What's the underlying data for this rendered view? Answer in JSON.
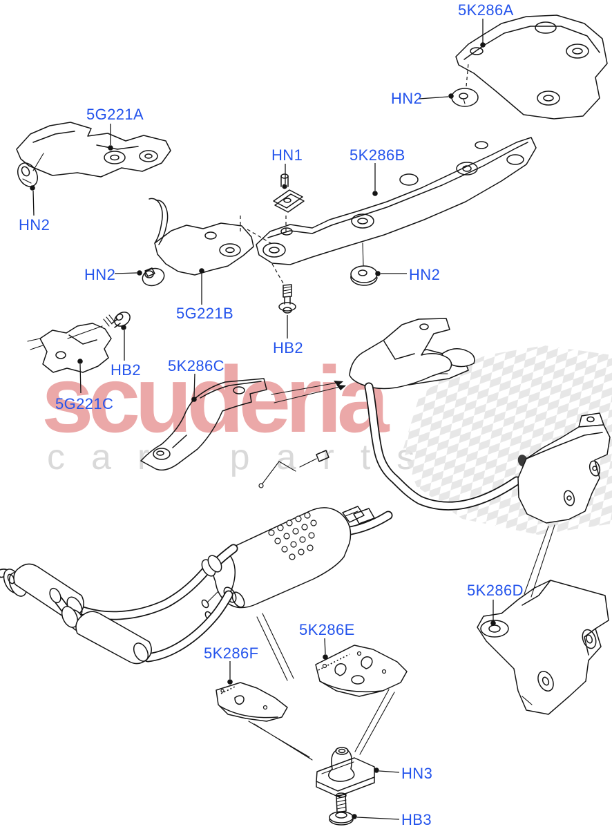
{
  "watermark": {
    "brand": "scuderia",
    "subtitle": "car parts"
  },
  "colors": {
    "label_blue": "#2353ec",
    "watermark_pink": "#eba8a8",
    "watermark_gray": "#d9d9d9",
    "line_black": "#141414"
  },
  "labels": [
    {
      "id": "5K286A",
      "text": "5K286A"
    },
    {
      "id": "HN2-top",
      "text": "HN2"
    },
    {
      "id": "5G221A",
      "text": "5G221A"
    },
    {
      "id": "HN1",
      "text": "HN1"
    },
    {
      "id": "5K286B",
      "text": "5K286B"
    },
    {
      "id": "HN2-left",
      "text": "HN2"
    },
    {
      "id": "HN2-mid-left",
      "text": "HN2"
    },
    {
      "id": "HN2-mid-right",
      "text": "HN2"
    },
    {
      "id": "5G221B",
      "text": "5G221B"
    },
    {
      "id": "HB2-center",
      "text": "HB2"
    },
    {
      "id": "5K286C",
      "text": "5K286C"
    },
    {
      "id": "HB2-left",
      "text": "HB2"
    },
    {
      "id": "5G221C",
      "text": "5G221C"
    },
    {
      "id": "5K286D",
      "text": "5K286D"
    },
    {
      "id": "5K286E",
      "text": "5K286E"
    },
    {
      "id": "5K286F",
      "text": "5K286F"
    },
    {
      "id": "HN3",
      "text": "HN3"
    },
    {
      "id": "HB3",
      "text": "HB3"
    }
  ]
}
